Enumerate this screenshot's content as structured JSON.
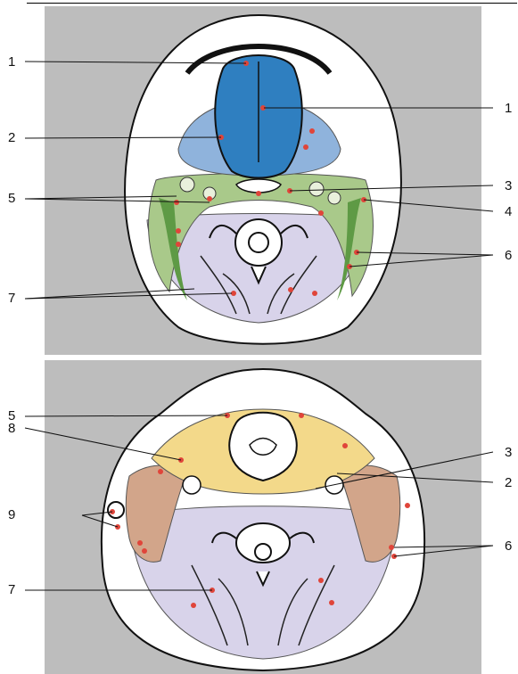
{
  "figure": {
    "top_labels_left": [
      "1",
      "2",
      "5",
      "7"
    ],
    "top_labels_right": [
      "1",
      "3",
      "4",
      "6"
    ],
    "bottom_labels_left": [
      "5",
      "8",
      "9",
      "7"
    ],
    "bottom_labels_right": [
      "3",
      "2",
      "6"
    ]
  },
  "colors": {
    "panel_background": "#bdbdbd",
    "region_blue_dark": "#2f7fc0",
    "region_blue_light": "#8fb3dc",
    "region_green": "#a9c98a",
    "region_green_dark": "#5e9a45",
    "region_lavender": "#d8d3ea",
    "region_yellow": "#f3d98a",
    "region_tan": "#d2a58a",
    "lymph_node_marker": "#e0453a"
  }
}
